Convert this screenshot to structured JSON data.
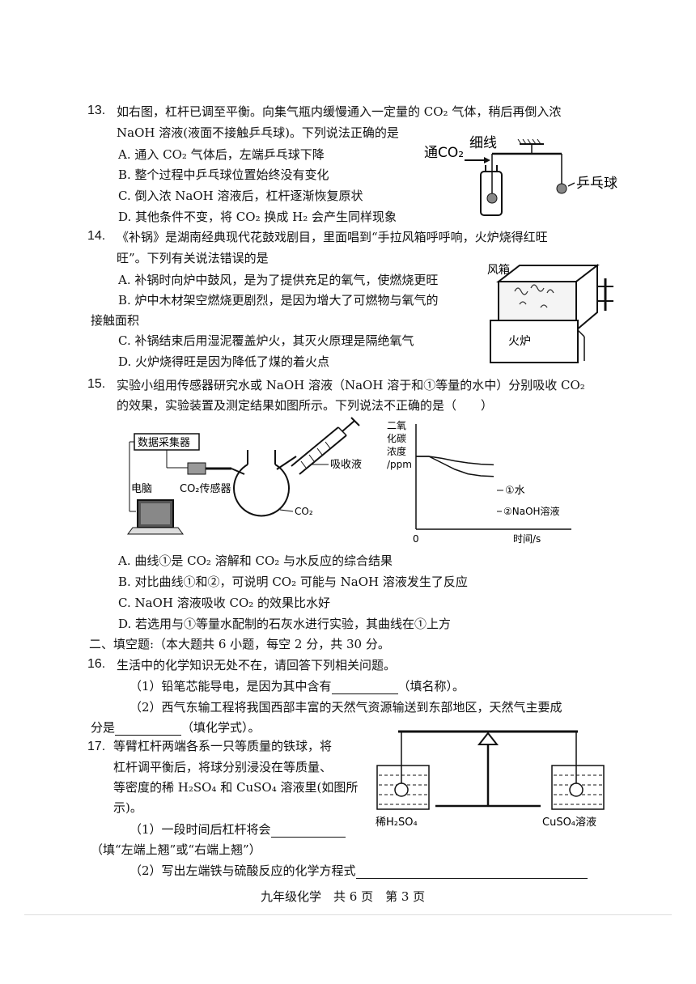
{
  "q13": {
    "num": "13.",
    "stem1": "如右图，杠杆已调至平衡。向集气瓶内缓慢通入一定量的 CO₂ 气体，稍后再倒入浓",
    "stem2": "NaOH 溶液(液面不接触乒乓球)。下列说法正确的是",
    "a": "A. 通入 CO₂ 气体后，左端乒乓球下降",
    "b": "B. 整个过程中乒乓球位置始终没有变化",
    "c": "C. 倒入浓 NaOH 溶液后，杠杆逐渐恢复原状",
    "d": "D. 其他条件不变，将 CO₂ 换成 H₂ 会产生同样现象",
    "fig": {
      "thread": "细线",
      "inlet": "通CO₂",
      "ball": "乒乓球"
    }
  },
  "q14": {
    "num": "14.",
    "stem1": "《补锅》是湖南经典现代花鼓戏剧目，里面唱到“手拉风箱呼呼响，火炉烧得红旺",
    "stem2": "旺”。下列有关说法错误的是",
    "a": "A. 补锅时向炉中鼓风，是为了提供充足的氧气，使燃烧更旺",
    "b": "B. 炉中木材架空燃烧更剧烈，是因为增大了可燃物与氧气的",
    "b2": "接触面积",
    "c": "C. 补锅结束后用湿泥覆盖炉火，其灭火原理是隔绝氧气",
    "d": "D. 火炉烧得旺是因为降低了煤的着火点",
    "fig": {
      "bellows": "风箱",
      "furnace": "火炉"
    }
  },
  "q15": {
    "num": "15.",
    "stem1": "实验小组用传感器研究水或 NaOH 溶液（NaOH 溶于和①等量的水中）分别吸收 CO₂",
    "stem2": "的效果，实验装置及测定结果如图所示。下列说法不正确的是（　　）",
    "a": "A. 曲线①是 CO₂ 溶解和 CO₂ 与水反应的综合结果",
    "b": "B. 对比曲线①和②，可说明 CO₂ 可能与 NaOH 溶液发生了反应",
    "c": "C. NaOH 溶液吸收 CO₂ 的效果比水好",
    "d": "D. 若选用与①等量水配制的石灰水进行实验，其曲线在①上方",
    "fig": {
      "collector": "数据采集器",
      "computer": "电脑",
      "sensor": "CO₂传感器",
      "absorbent": "吸收液",
      "gas": "CO₂",
      "ylabel1": "二氧",
      "ylabel2": "化碳",
      "ylabel3": "浓度",
      "ylabel4": "/ppm",
      "origin": "0",
      "xlabel": "时间/s",
      "curve1": "①水",
      "curve2": "②NaOH溶液"
    }
  },
  "sec2": "二、填空题:（本大题共 6 小题，每空 2 分，共 30 分。",
  "q16": {
    "num": "16.",
    "stem": "生活中的化学知识无处不在，请回答下列相关问题。",
    "p1a": "（1）铅笔芯能导电，是因为其中含有",
    "p1b": "（填名称）。",
    "p2a": "（2）西气东输工程将我国西部丰富的天然气资源输送到东部地区，天然气主要成",
    "p2b": "分是",
    "p2c": "（填化学式）。"
  },
  "q17": {
    "num": "17.",
    "l1": "等臂杠杆两端各系一只等质量的铁球，将",
    "l2": "杠杆调平衡后，将球分别浸没在等质量、",
    "l3": "等密度的稀 H₂SO₄ 和 CuSO₄ 溶液里(如图所",
    "l4": "示)。",
    "p1": "（1）一段时间后杠杆将会",
    "p1b": "（填“左端上翘”或“右端上翘”）",
    "p2": "（2）写出左端铁与硫酸反应的化学方程式",
    "fig": {
      "left": "稀H₂SO₄",
      "right": "CuSO₄溶液"
    }
  },
  "footer": "九年级化学　共 6 页　第 3 页",
  "chart_data": {
    "type": "line",
    "xlabel": "时间/s",
    "ylabel": "二氧化碳浓度/ppm",
    "series": [
      {
        "name": "①水",
        "x": [
          0,
          1,
          2,
          3,
          4,
          5,
          6
        ],
        "values": [
          100,
          100,
          97,
          93,
          90,
          88,
          87
        ]
      },
      {
        "name": "②NaOH溶液",
        "x": [
          0,
          1,
          2,
          3,
          4,
          5,
          6
        ],
        "values": [
          100,
          100,
          90,
          80,
          73,
          70,
          69
        ]
      }
    ]
  }
}
